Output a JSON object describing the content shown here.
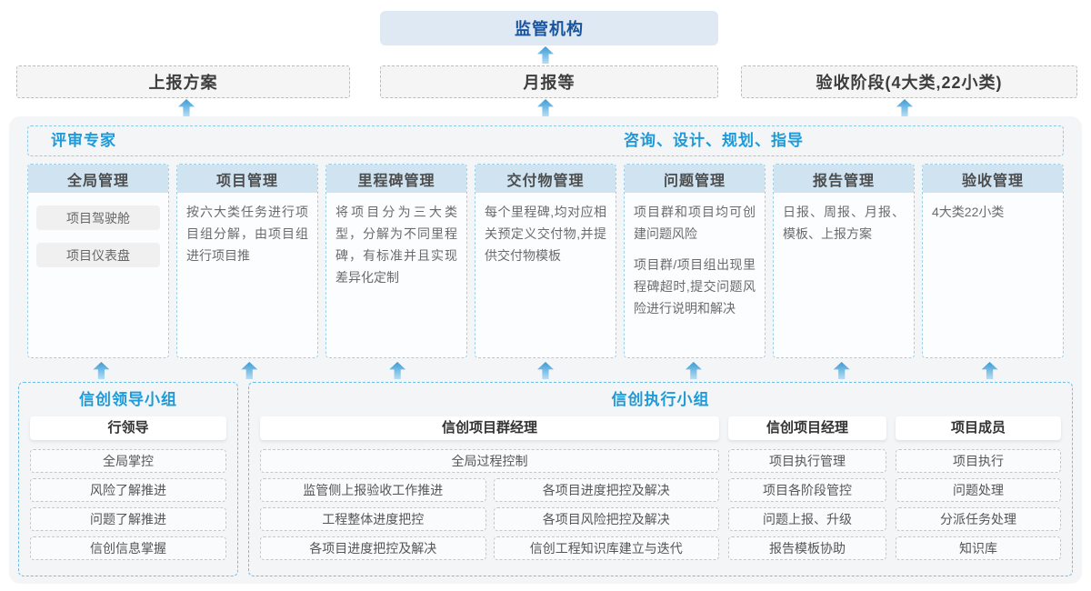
{
  "top": {
    "regulator_label": "监管机构",
    "report_plan_label": "上报方案",
    "monthly_report_label": "月报等",
    "acceptance_label": "验收阶段(4大类,22小类)"
  },
  "platform": {
    "left_role": "评审专家",
    "right_role": "咨询、设计、规划、指导",
    "columns": [
      {
        "title": "全局管理",
        "items": [
          "项目驾驶舱",
          "项目仪表盘"
        ]
      },
      {
        "title": "项目管理",
        "text": "按六大类任务进行项目组分解，由项目组进行项目推"
      },
      {
        "title": "里程碑管理",
        "text": "将项目分为三大类型，分解为不同里程碑，有标准并且实现差异化定制"
      },
      {
        "title": "交付物管理",
        "text": "每个里程碑,均对应相关预定义交付物,并提供交付物模板"
      },
      {
        "title": "问题管理",
        "paragraphs": [
          "项目群和项目均可创建问题风险",
          "项目群/项目组出现里程碑超时,提交问题风险进行说明和解决"
        ]
      },
      {
        "title": "报告管理",
        "text": "日报、周报、月报、模板、上报方案"
      },
      {
        "title": "验收管理",
        "text": "4大类22小类"
      }
    ]
  },
  "groups": {
    "leader": {
      "title": "信创领导小组",
      "role": "行领导",
      "items": [
        "全局掌控",
        "风险了解推进",
        "问题了解推进",
        "信创信息掌握"
      ]
    },
    "exec": {
      "title": "信创执行小组",
      "program_manager": {
        "role": "信创项目群经理",
        "full_item": "全局过程控制",
        "left_items": [
          "监管侧上报验收工作推进",
          "工程整体进度把控",
          "各项目进度把控及解决"
        ],
        "right_items": [
          "各项目进度把控及解决",
          "各项目风险把控及解决",
          "信创工程知识库建立与迭代"
        ]
      },
      "project_manager": {
        "role": "信创项目经理",
        "items": [
          "项目执行管理",
          "项目各阶段管控",
          "问题上报、升级",
          "报告模板协助"
        ]
      },
      "member": {
        "role": "项目成员",
        "items": [
          "项目执行",
          "问题处理",
          "分派任务处理",
          "知识库"
        ]
      }
    }
  },
  "colors": {
    "accent_blue": "#1f9ad8",
    "dark_blue": "#19539c",
    "regulator_bg": "#dfe9f4",
    "column_header_bg": "#cfe3f1",
    "panel_bg": "#f3f5f7",
    "arrow_dark": "#3c9bd6",
    "arrow_light": "#b6def4"
  }
}
